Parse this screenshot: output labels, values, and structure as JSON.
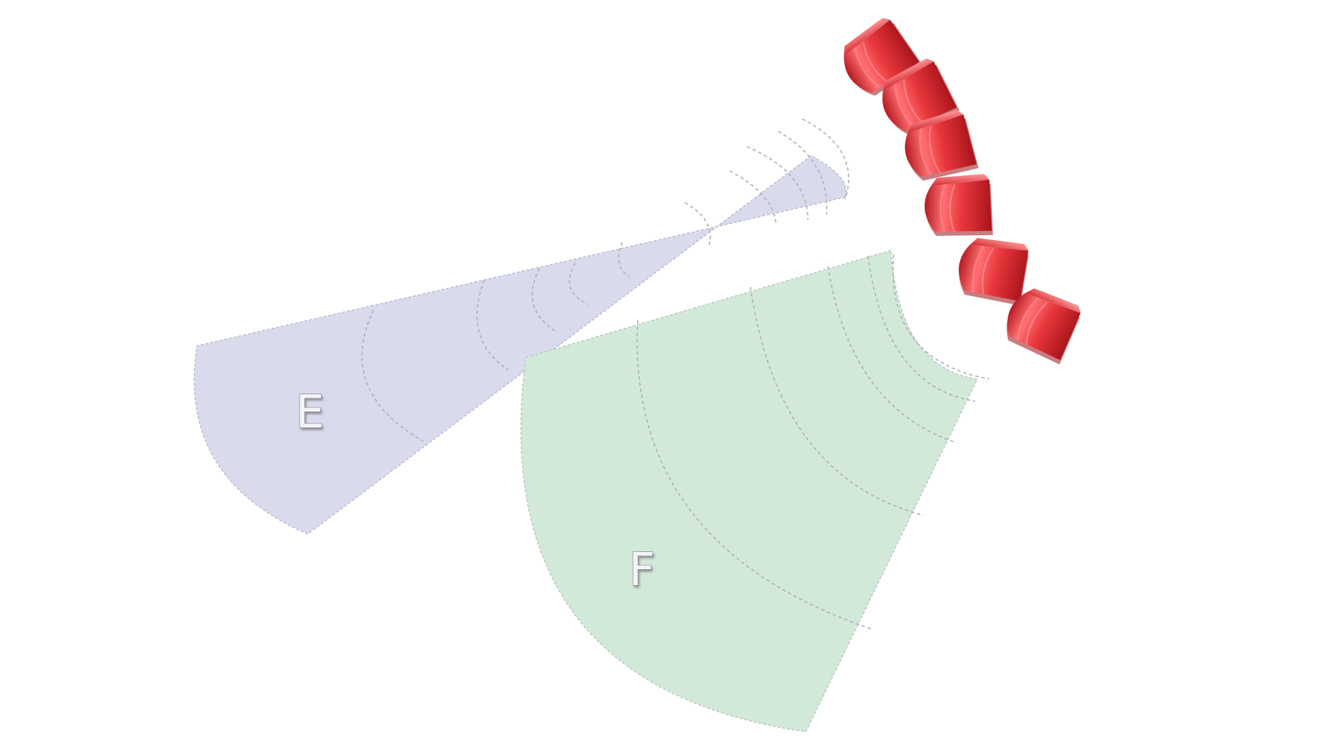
{
  "diagram": {
    "zones": [
      {
        "id": "E",
        "label": "E",
        "color": "#d9dbed"
      },
      {
        "id": "F",
        "label": "F",
        "color": "#d2e9da"
      }
    ],
    "speaker_array": {
      "element_count": 6,
      "color": "#e8373c",
      "highlight_color": "#ff8a8a",
      "shadow_color": "#9a1116"
    },
    "wavefront_color": "#b3b3b3"
  }
}
